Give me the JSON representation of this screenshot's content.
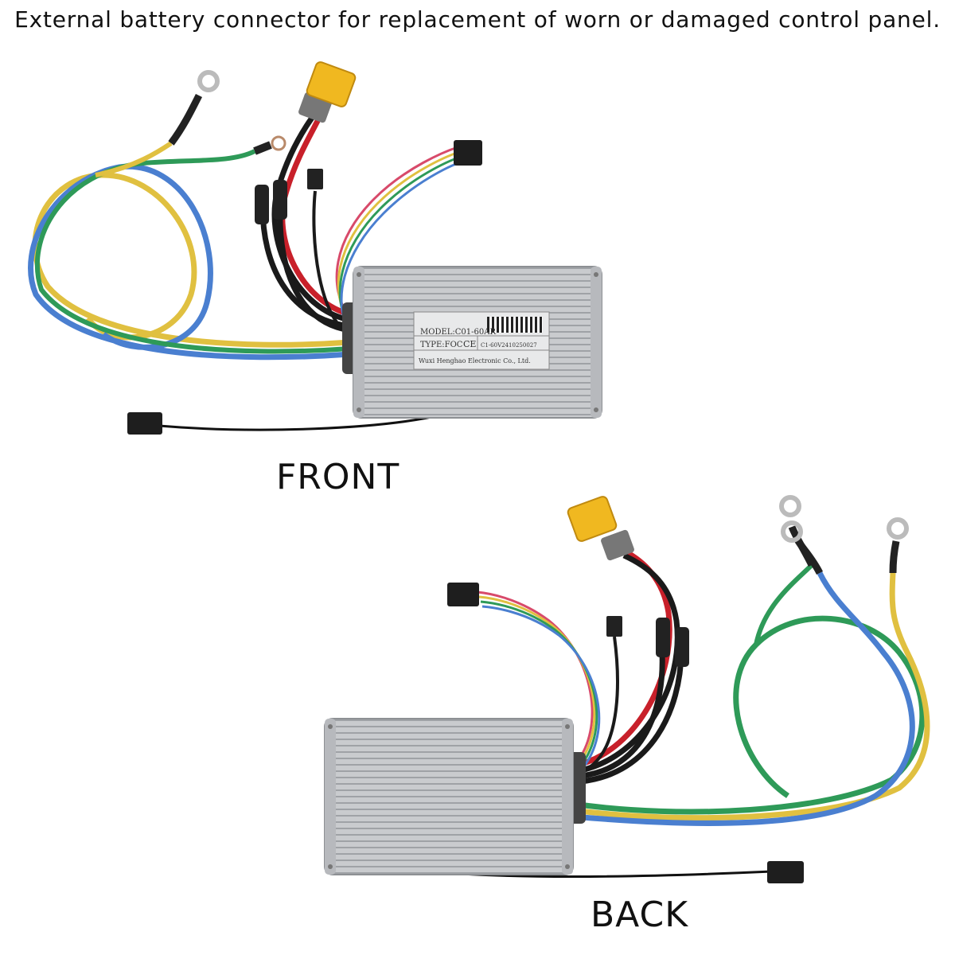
{
  "caption": "External battery connector for replacement of worn or damaged control panel.",
  "front": {
    "label": "FRONT",
    "plate": {
      "model": "MODEL:C01-60AR",
      "type": "TYPE:FOC",
      "ce": "CE",
      "serial": "C1-60V2410250027",
      "maker": "Wuxi Henghao Electronic Co., Ltd."
    }
  },
  "back": {
    "label": "BACK"
  },
  "colors": {
    "housing": "#c9cbce",
    "yellow_wire": "#e0c040",
    "blue_wire": "#4a7fd0",
    "green_wire": "#2e9a58",
    "red_wire": "#c8202a",
    "black_wire": "#1a1a1a",
    "xt60": "#f0b820"
  }
}
